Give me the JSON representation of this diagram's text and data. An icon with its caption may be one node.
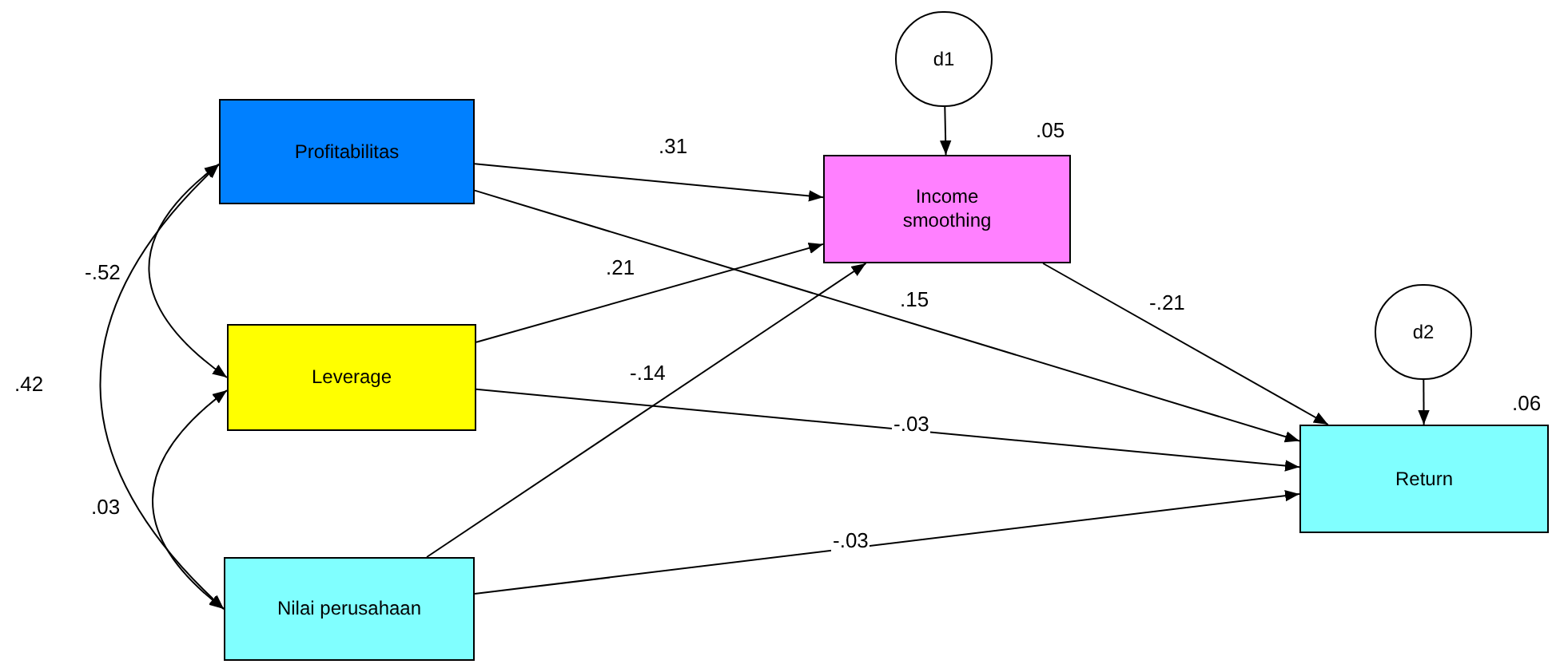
{
  "diagram": {
    "nodes": [
      {
        "text": [
          "Profitabilitas"
        ]
      },
      {
        "text": [
          "Leverage"
        ]
      },
      {
        "text": [
          "Nilai perusahaan"
        ]
      },
      {
        "text": [
          "Income smoothing"
        ],
        "beside": [
          ".05"
        ]
      },
      {
        "text": [
          "Return"
        ],
        "beside": [
          ".06"
        ]
      },
      {
        "text": [
          "d1"
        ]
      },
      {
        "text": [
          "d2"
        ]
      }
    ],
    "edges": [
      {
        "from": 5,
        "to": 3,
        "arrow": "to"
      },
      {
        "from": 6,
        "to": 4,
        "arrow": "to"
      },
      {
        "from": 0,
        "to": 3,
        "arrow": "to",
        "label": ".31"
      },
      {
        "from": 1,
        "to": 3,
        "arrow": "to",
        "label": ".21"
      },
      {
        "from": 2,
        "to": 3,
        "arrow": "to",
        "label": "-.14"
      },
      {
        "from": 0,
        "to": 4,
        "arrow": "to",
        "label": ".15"
      },
      {
        "from": 3,
        "to": 4,
        "arrow": "to",
        "label": "-.21"
      },
      {
        "from": 1,
        "to": 4,
        "arrow": "to",
        "label": "-.03"
      },
      {
        "from": 2,
        "to": 4,
        "arrow": "to",
        "label": "-.03"
      },
      {
        "from": 0,
        "to": 1,
        "arrow": "both",
        "label": "-.52"
      },
      {
        "from": 0,
        "to": 2,
        "arrow": "both",
        "label": ".42"
      },
      {
        "from": 1,
        "to": 2,
        "arrow": "both",
        "label": ".03"
      }
    ]
  }
}
